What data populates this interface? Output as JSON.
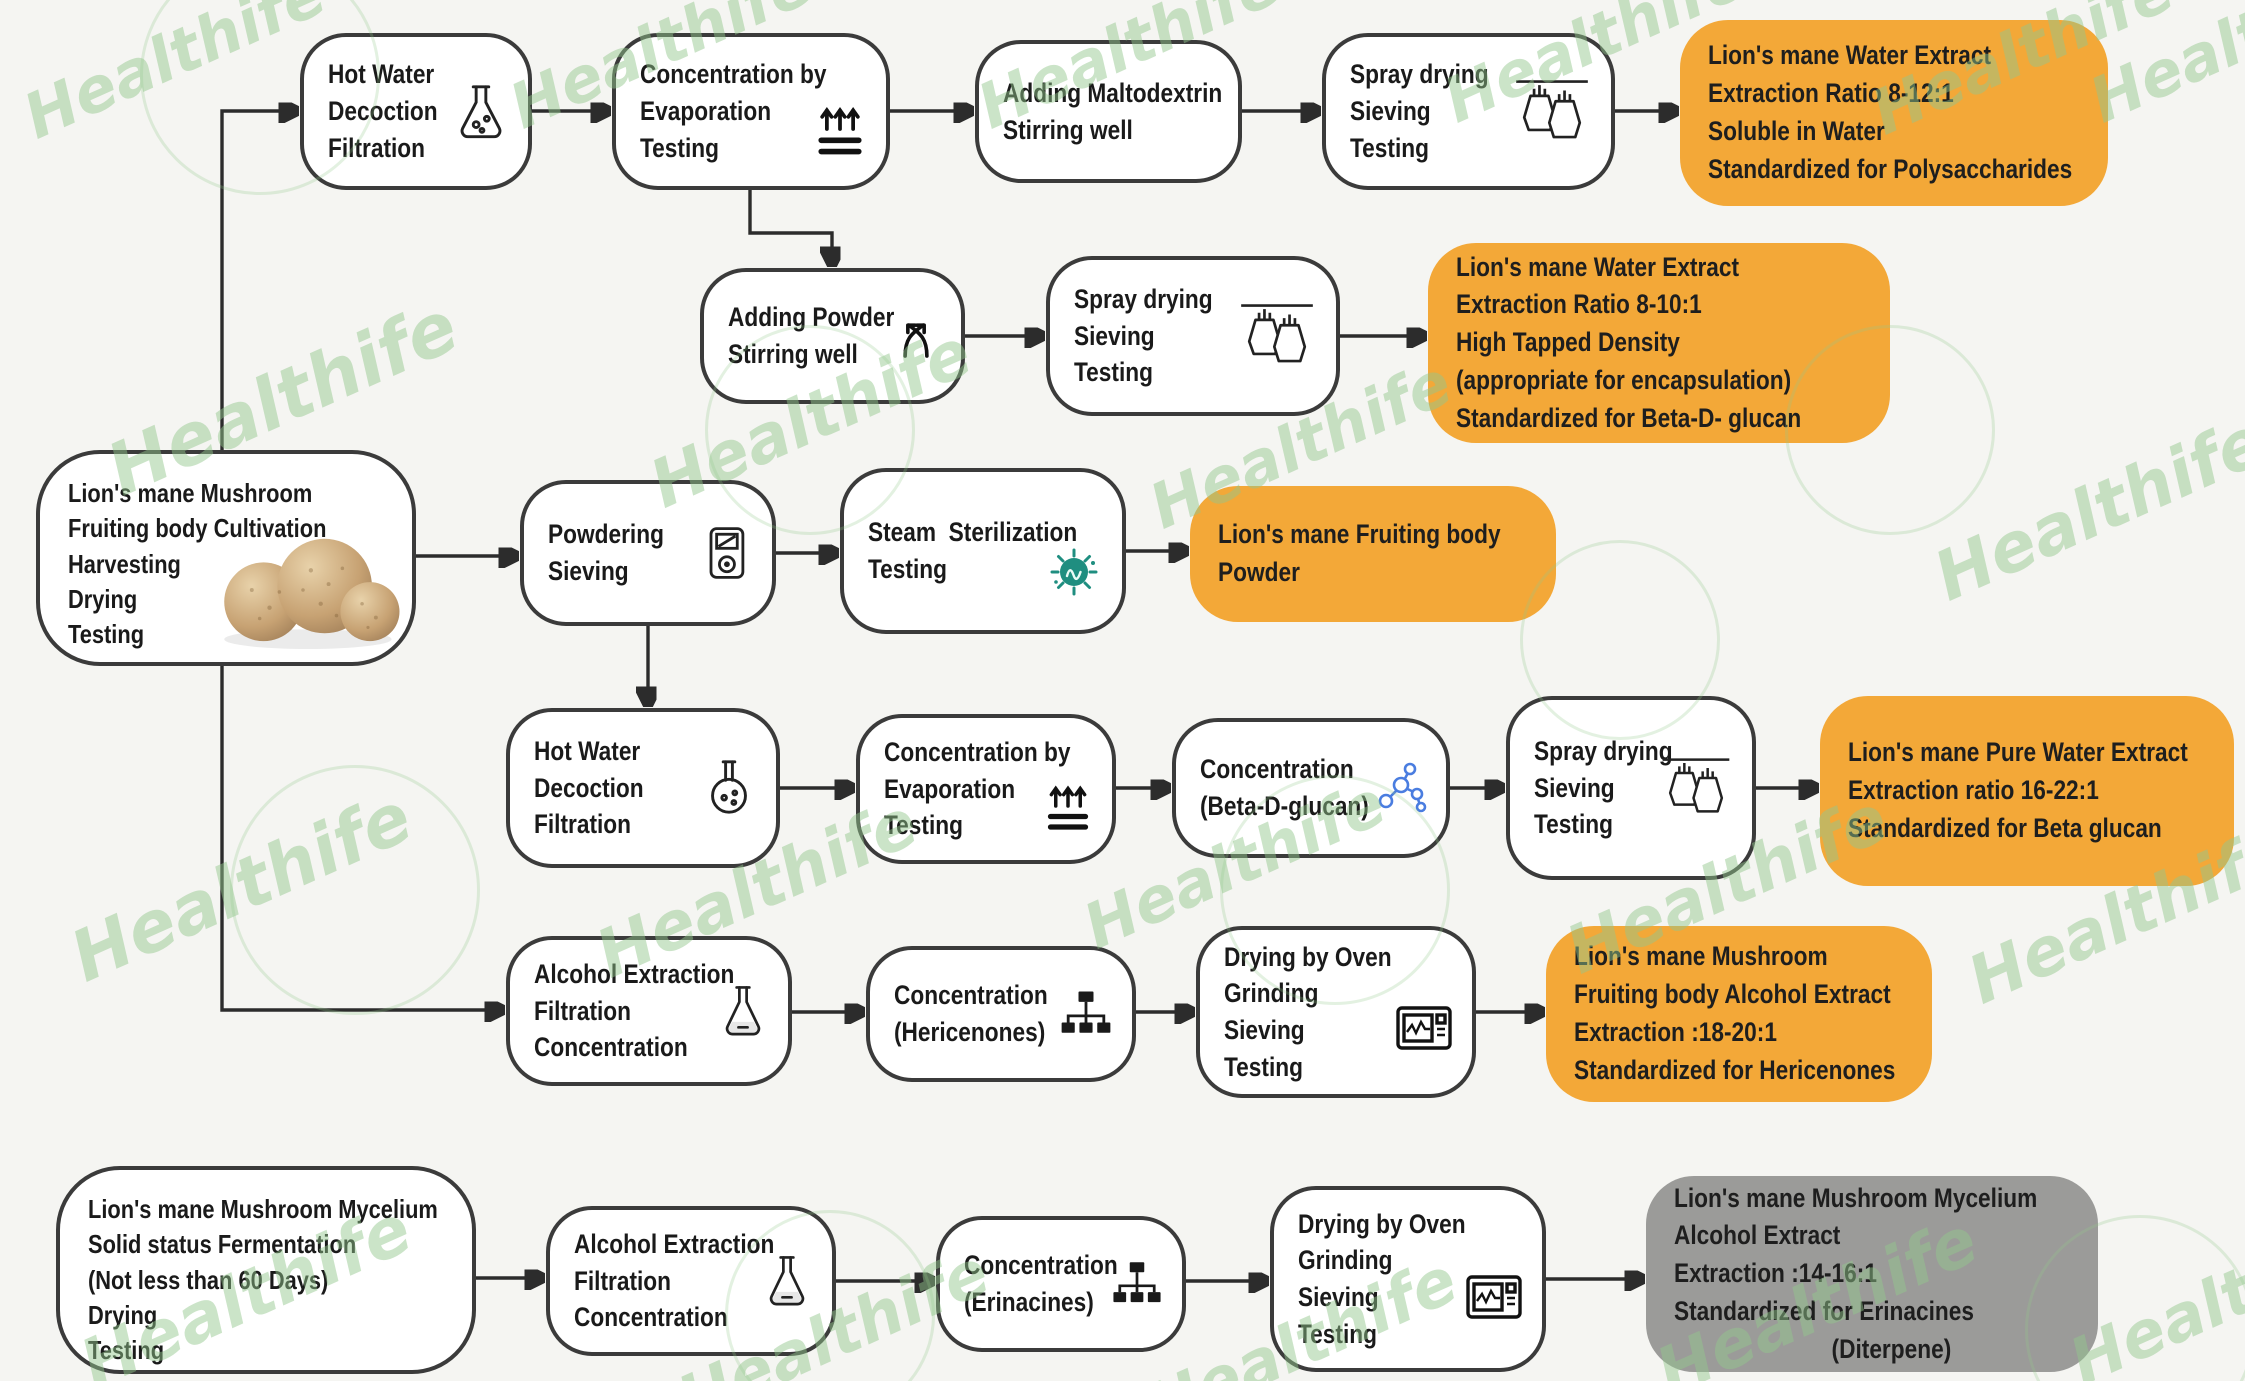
{
  "watermark": {
    "text": "Healthife"
  },
  "colors": {
    "result_orange": "#F3A838",
    "result_gray": "#9B9B99",
    "node_border": "#3B3B3B",
    "arrow": "#2C2C2C",
    "watermark_green": "#92C78B",
    "sterilization_teal": "#1F8E80",
    "molecule_blue": "#4A7DE0",
    "background": "#F5F5F2"
  },
  "icons": [
    "flask-icon",
    "round-flask-icon",
    "evaporation-icon",
    "spray-dryer-icon",
    "mixing-arrows-icon",
    "grinder-icon",
    "steam-sterilization-icon",
    "molecule-icon",
    "alcohol-flask-icon",
    "hierarchy-icon",
    "oven-icon",
    "mushrooms-photo"
  ],
  "nodes": {
    "a1": {
      "text": "Hot Water\nDecoction\nFiltration"
    },
    "a2": {
      "text": "Concentration by\nEvaporation\nTesting"
    },
    "a3": {
      "text": "Adding Maltodextrin\nStirring well"
    },
    "a4": {
      "text": "Spray drying\nSieving\nTesting"
    },
    "r1": {
      "text": "Lion's mane Water Extract\nExtraction Ratio 8-12:1\nSoluble in Water\nStandardized for Polysaccharides"
    },
    "b1": {
      "text": "Adding Powder\nStirring well"
    },
    "b2": {
      "text": "Spray drying\nSieving\nTesting"
    },
    "r2": {
      "text": "Lion's mane Water Extract\nExtraction Ratio 8-10:1\nHigh Tapped Density\n(appropriate for encapsulation)\nStandardized for Beta-D- glucan"
    },
    "s1": {
      "text": "Lion's mane Mushroom\nFruiting body Cultivation\nHarvesting\nDrying\nTesting"
    },
    "c1": {
      "text": "Powdering\nSieving"
    },
    "c2": {
      "text": "Steam  Sterilization\nTesting"
    },
    "r3": {
      "text": "Lion's mane Fruiting body\nPowder"
    },
    "d1": {
      "text": "Hot Water\nDecoction\nFiltration"
    },
    "d2": {
      "text": "Concentration by\nEvaporation\nTesting"
    },
    "d3": {
      "text": "Concentration\n(Beta-D-glucan)"
    },
    "d4": {
      "text": "Spray drying\nSieving\nTesting"
    },
    "r4": {
      "text": "Lion's mane Pure Water Extract\nExtraction ratio 16-22:1\nStandardized for Beta glucan"
    },
    "e1": {
      "text": "Alcohol Extraction\nFiltration\nConcentration"
    },
    "e2": {
      "text": "Concentration\n(Hericenones)"
    },
    "e3": {
      "text": "Drying by Oven\nGrinding\nSieving\nTesting"
    },
    "r5": {
      "text": "Lion's mane Mushroom\nFruiting body Alcohol Extract\nExtraction :18-20:1\nStandardized for Hericenones"
    },
    "s2": {
      "text": "Lion's mane Mushroom Mycelium\nSolid status Fermentation\n(Not less than 60 Days)\nDrying\nTesting"
    },
    "f1": {
      "text": "Alcohol Extraction\nFiltration\nConcentration"
    },
    "f2": {
      "text": "Concentration\n(Erinacines)"
    },
    "f3": {
      "text": "Drying by Oven\nGrinding\nSieving\nTesting"
    },
    "r6": {
      "text": "Lion's mane Mushroom Mycelium\nAlcohol Extract\nExtraction :14-16:1\nStandardized for Erinacines\n                         (Diterpene)"
    }
  }
}
